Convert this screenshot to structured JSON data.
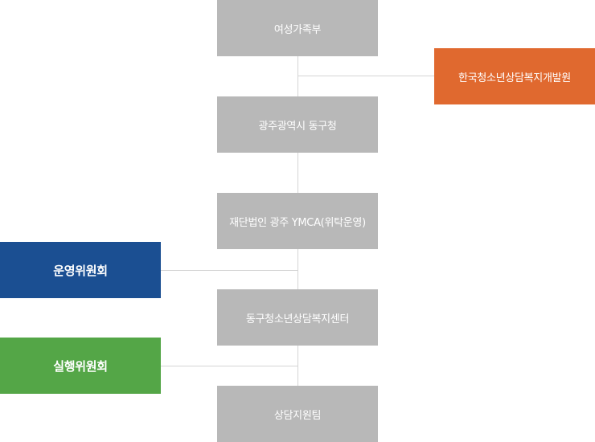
{
  "org_chart": {
    "main_nodes": [
      {
        "label": "여성가족부"
      },
      {
        "label": "광주광역시 동구청"
      },
      {
        "label": "재단법인 광주 YMCA(위탁운영)"
      },
      {
        "label": "동구청소년상담복지센터"
      },
      {
        "label": "상담지원팀"
      }
    ],
    "side_nodes": {
      "support_institute": {
        "label": "한국청소년상담복지개발원"
      },
      "operating_committee": {
        "label": "운영위원회"
      },
      "executive_committee": {
        "label": "실행위원회"
      }
    }
  },
  "colors": {
    "main_node": "#b8b8b8",
    "connector": "#d4d4d4",
    "support_institute": "#e0692f",
    "operating_committee": "#1b4f92",
    "executive_committee": "#54a647"
  }
}
